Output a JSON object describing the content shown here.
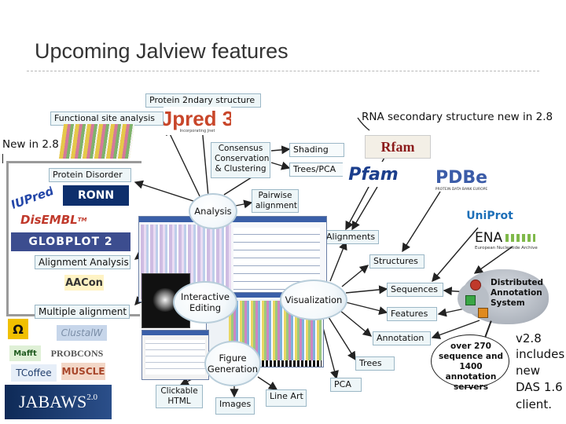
{
  "slide": {
    "title": "Upcoming Jalview features"
  },
  "notes": {
    "new_in_28": "New in 2.8",
    "rna_ss": "RNA secondary structure new in 2.8",
    "v28_line1": "v2.8",
    "v28_line2": "includes",
    "v28_line3": "new",
    "v28_line4": "DAS 1.6",
    "v28_line5": "client."
  },
  "labels": {
    "protein_2ary": "Protein 2ndary structure",
    "functional_site": "Functional site analysis",
    "consensus": "Consensus Conservation & Clustering",
    "shading": "Shading",
    "trees_pca": "Trees/PCA",
    "protein_disorder": "Protein Disorder",
    "pairwise": "Pairwise alignment",
    "alignment_analysis": "Alignment Analysis",
    "multiple_alignment": "Multiple alignment",
    "alignments": "Alignments",
    "structures": "Structures",
    "sequences": "Sequences",
    "features": "Features",
    "annotation": "Annotation",
    "trees": "Trees",
    "pca": "PCA",
    "clickable_html": "Clickable HTML",
    "images": "Images",
    "line_art": "Line Art"
  },
  "bubbles": {
    "analysis": "Analysis",
    "interactive_editing": "Interactive Editing",
    "visualization": "Visualization",
    "figure_generation": "Figure Generation"
  },
  "das": {
    "label": "Distributed Annotation System",
    "servers": "over 270 sequence and 1400 annotation servers"
  },
  "logos": {
    "jpred": "Jpred 3",
    "jpred_sub": "Incorporating Jnet",
    "iupred": "IUPred",
    "ronn": "RONN",
    "disembl": "DisEMBL",
    "disembl_tm": "TM",
    "globplot": "GLOBPLOT 2",
    "aacon": "AACon",
    "clustalw": "ClustalW",
    "mafft": "Mafft",
    "probcons": "PROBCONS",
    "tcoffee": "TCoffee",
    "muscle": "MUSCLE",
    "jabaws": "JABAWS",
    "jabaws_version": "2.0",
    "rfam": "Rfam",
    "pfam": "Pfam",
    "pdbe": "PDBe",
    "pdbe_sub": "PROTEIN DATA BANK EUROPE",
    "uniprot": "UniProt",
    "ena": "ENA",
    "ena_sub": "European Nucleotide Archive"
  },
  "colors": {
    "label_fill": "#eef6f8",
    "label_border": "#9bb7c6",
    "jalview_blue": "#3a5fa8",
    "new_box_border": "#999999",
    "arrow": "#222222"
  }
}
